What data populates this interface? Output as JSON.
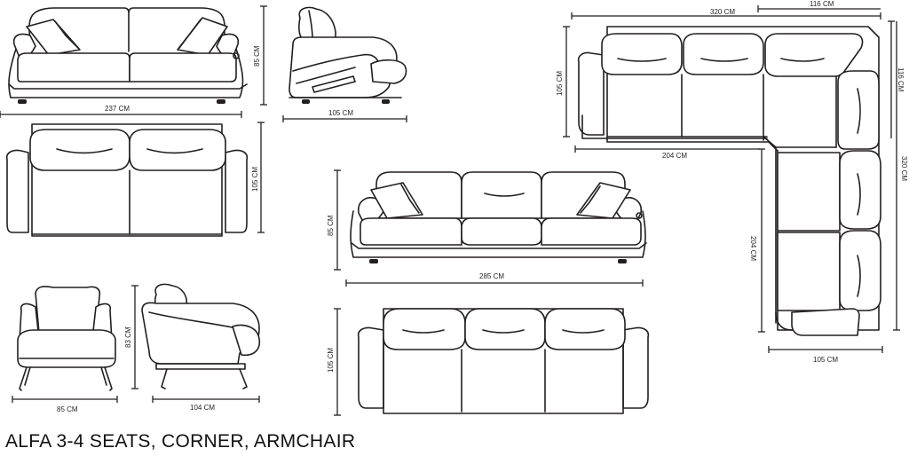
{
  "title": "ALFA  3-4 SEATS, CORNER, ARMCHAIR",
  "colors": {
    "line": "#231f20",
    "background": "#ffffff"
  },
  "dimensions": {
    "sofa3_front_width": "237 CM",
    "sofa3_front_height": "85 CM",
    "sofa3_side_depth": "105 CM",
    "sofa3_top_depth": "105 CM",
    "sofa4_front_height": "85 CM",
    "sofa4_front_width": "285 CM",
    "sofa4_top_depth": "105 CM",
    "armchair_width": "85 CM",
    "armchair_height": "83 CM",
    "armchair_depth": "104 CM",
    "corner_top_width": "320 CM",
    "corner_right_top": "116 CM",
    "corner_left_depth": "105 CM",
    "corner_right_total": "320 CM",
    "corner_inner_width": "204 CM",
    "corner_inner_depth": "204 CM",
    "corner_bottom_width": "105 CM"
  }
}
